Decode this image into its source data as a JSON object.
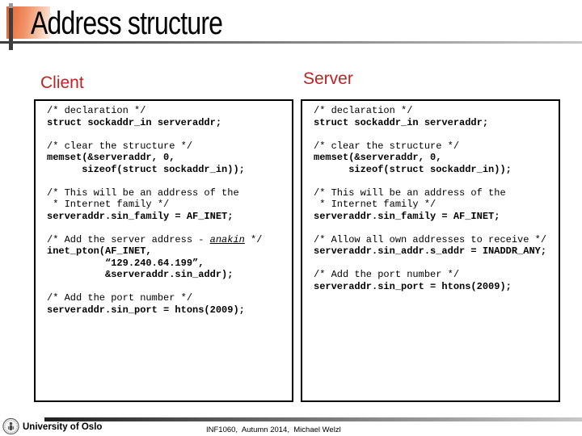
{
  "title": "Address structure",
  "sections": {
    "client": {
      "label": "Client",
      "code": [
        [
          {
            "text": "/* declaration */",
            "style": "comment"
          }
        ],
        [
          {
            "text": "struct sockaddr_in serveraddr;",
            "style": "code"
          }
        ],
        [],
        [
          {
            "text": "/* clear the structure */",
            "style": "comment"
          }
        ],
        [
          {
            "text": "memset(&serveraddr, 0,",
            "style": "code"
          }
        ],
        [
          {
            "text": "      sizeof(struct sockaddr_in));",
            "style": "code"
          }
        ],
        [],
        [
          {
            "text": "/* This will be an address of the",
            "style": "comment"
          }
        ],
        [
          {
            "text": " * Internet family */",
            "style": "comment"
          }
        ],
        [
          {
            "text": "serveraddr.sin_family = AF_INET;",
            "style": "code"
          }
        ],
        [],
        [
          {
            "text": "/* Add the server address - ",
            "style": "comment"
          },
          {
            "text": "anakin",
            "style": "comment-em"
          },
          {
            "text": " */",
            "style": "comment"
          }
        ],
        [
          {
            "text": "inet_pton(AF_INET,",
            "style": "code"
          }
        ],
        [
          {
            "text": "          “129.240.64.199”,",
            "style": "code"
          }
        ],
        [
          {
            "text": "          &serveraddr.sin_addr);",
            "style": "code"
          }
        ],
        [],
        [
          {
            "text": "/* Add the port number */",
            "style": "comment"
          }
        ],
        [
          {
            "text": "serveraddr.sin_port = htons(2009);",
            "style": "code"
          }
        ]
      ]
    },
    "server": {
      "label": "Server",
      "code": [
        [
          {
            "text": "/* declaration */",
            "style": "comment"
          }
        ],
        [
          {
            "text": "struct sockaddr_in serveraddr;",
            "style": "code"
          }
        ],
        [],
        [
          {
            "text": "/* clear the structure */",
            "style": "comment"
          }
        ],
        [
          {
            "text": "memset(&serveraddr, 0,",
            "style": "code"
          }
        ],
        [
          {
            "text": "      sizeof(struct sockaddr_in));",
            "style": "code"
          }
        ],
        [],
        [
          {
            "text": "/* This will be an address of the",
            "style": "comment"
          }
        ],
        [
          {
            "text": " * Internet family */",
            "style": "comment"
          }
        ],
        [
          {
            "text": "serveraddr.sin_family = AF_INET;",
            "style": "code"
          }
        ],
        [],
        [
          {
            "text": "/* Allow all own addresses to receive */",
            "style": "comment"
          }
        ],
        [
          {
            "text": "serveraddr.sin_addr.s_addr = INADDR_ANY;",
            "style": "code"
          }
        ],
        [],
        [
          {
            "text": "/* Add the port number */",
            "style": "comment"
          }
        ],
        [
          {
            "text": "serveraddr.sin_port = htons(2009);",
            "style": "code"
          }
        ]
      ]
    }
  },
  "footer": {
    "institution": "University of Oslo",
    "course_info": "INF1060,  Autumn 2014,  Michael Welzl",
    "logo_icon": "university-of-oslo-seal"
  },
  "colors": {
    "accent_red": "#bf2121",
    "orange_start": "#e4622e",
    "orange_mid": "#f09468",
    "orange_end": "#fce8dc",
    "bar_dark": "#3d3d3d",
    "bar_light": "#c8c8c8"
  }
}
